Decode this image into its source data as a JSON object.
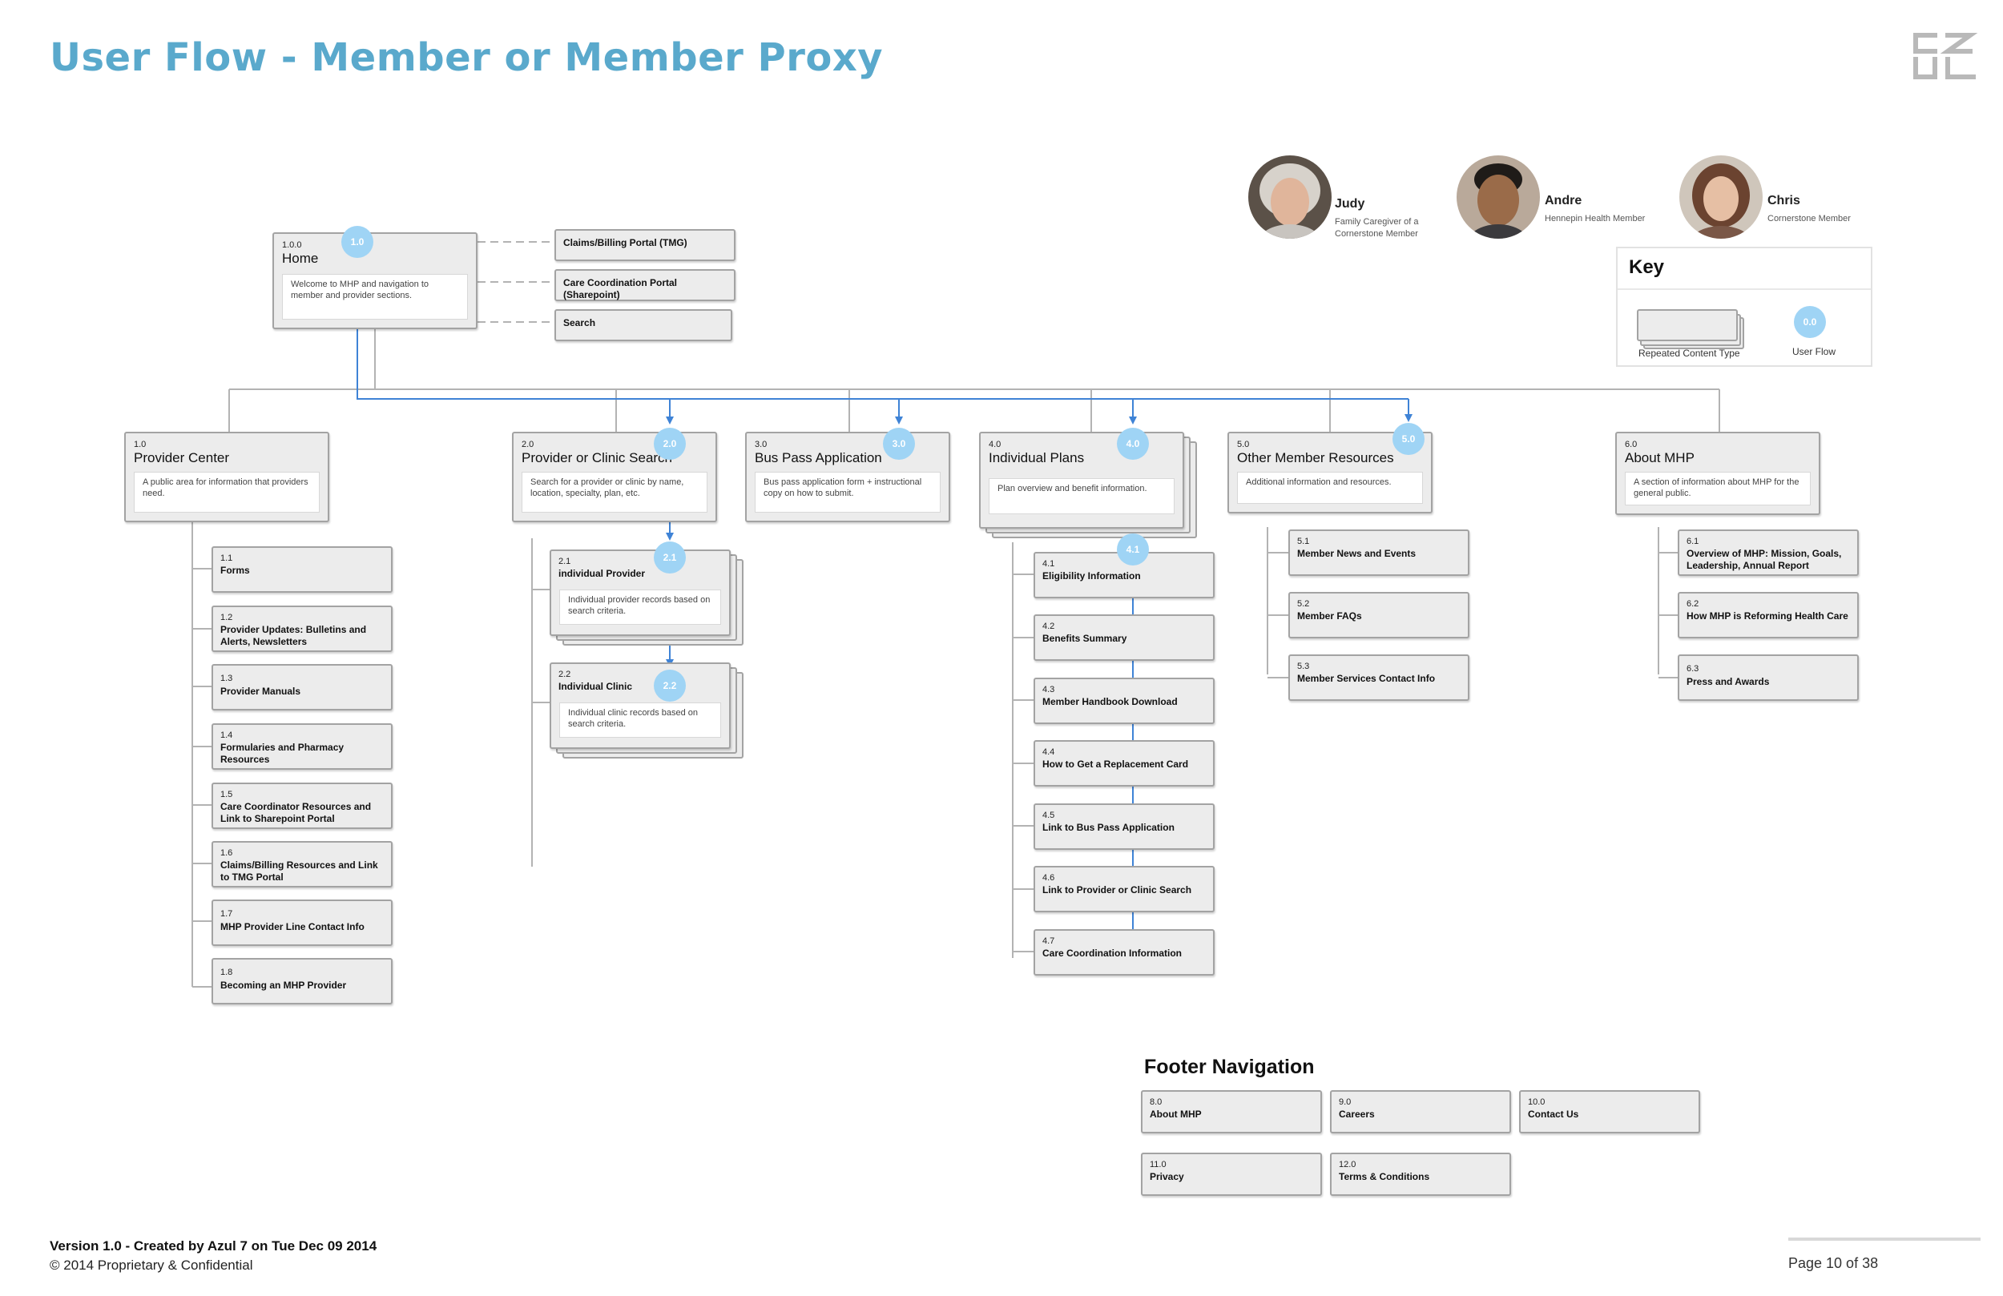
{
  "page": {
    "title": "User Flow - Member or Member Proxy",
    "version": "Version 1.0 - Created by Azul 7 on Tue Dec 09 2014",
    "copyright": "© 2014 Proprietary & Confidential",
    "page_number": "Page 10 of 38"
  },
  "colors": {
    "title": "#5aa9cc",
    "flow": "#3f83d6",
    "bubble": "#9fd4f5",
    "node_fill": "#ececec",
    "node_border": "#a3a3a3",
    "connector": "#b3b3b3"
  },
  "personas": [
    {
      "name": "Judy",
      "desc1": "Family Caregiver of a",
      "desc2": "Cornerstone Member"
    },
    {
      "name": "Andre",
      "desc1": "Hennepin Health Member",
      "desc2": ""
    },
    {
      "name": "Chris",
      "desc1": "Cornerstone Member",
      "desc2": ""
    }
  ],
  "key": {
    "title": "Key",
    "repeated_label": "Repeated Content Type",
    "flow_label": "User Flow",
    "flow_bubble": "0.0"
  },
  "home": {
    "num": "1.0.0",
    "title": "Home",
    "desc": "Welcome to MHP and navigation to member and provider sections.",
    "bubble": "1.0",
    "links": [
      "Claims/Billing Portal (TMG)",
      "Care Coordination Portal (Sharepoint)",
      "Search"
    ]
  },
  "sections": [
    {
      "num": "1.0",
      "title": "Provider Center",
      "desc": "A public area for information that providers need."
    },
    {
      "num": "2.0",
      "title": "Provider or Clinic Search",
      "desc": "Search for a provider or clinic by name, location, specialty, plan, etc.",
      "bubble": "2.0"
    },
    {
      "num": "3.0",
      "title": "Bus Pass Application",
      "desc": "Bus pass application form + instructional copy on how to submit.",
      "bubble": "3.0"
    },
    {
      "num": "4.0",
      "title": "Individual Plans",
      "desc": "Plan overview and benefit information.",
      "bubble": "4.0"
    },
    {
      "num": "5.0",
      "title": "Other Member Resources",
      "desc": "Additional information and resources.",
      "bubble": "5.0"
    },
    {
      "num": "6.0",
      "title": "About MHP",
      "desc": "A section of information about MHP for the general public."
    }
  ],
  "provider_center_items": [
    {
      "num": "1.1",
      "title": "Forms"
    },
    {
      "num": "1.2",
      "title": "Provider Updates: Bulletins and Alerts, Newsletters"
    },
    {
      "num": "1.3",
      "title": "Provider Manuals"
    },
    {
      "num": "1.4",
      "title": "Formularies and Pharmacy Resources"
    },
    {
      "num": "1.5",
      "title": "Care Coordinator Resources and Link to Sharepoint Portal"
    },
    {
      "num": "1.6",
      "title": "Claims/Billing Resources and Link to TMG Portal"
    },
    {
      "num": "1.7",
      "title": "MHP Provider Line Contact Info"
    },
    {
      "num": "1.8",
      "title": "Becoming an MHP Provider"
    }
  ],
  "search_items": [
    {
      "num": "2.1",
      "title": "individual Provider",
      "desc": "Individual provider records based on search criteria.",
      "bubble": "2.1"
    },
    {
      "num": "2.2",
      "title": "Individual Clinic",
      "desc": "Individual clinic records based on search criteria.",
      "bubble": "2.2"
    }
  ],
  "plans_items": [
    {
      "num": "4.1",
      "title": "Eligibility Information",
      "bubble": "4.1"
    },
    {
      "num": "4.2",
      "title": "Benefits Summary"
    },
    {
      "num": "4.3",
      "title": "Member Handbook Download"
    },
    {
      "num": "4.4",
      "title": "How to Get a Replacement Card"
    },
    {
      "num": "4.5",
      "title": "Link to Bus Pass Application"
    },
    {
      "num": "4.6",
      "title": "Link to Provider or Clinic Search"
    },
    {
      "num": "4.7",
      "title": "Care Coordination Information"
    }
  ],
  "resources_items": [
    {
      "num": "5.1",
      "title": "Member News and Events"
    },
    {
      "num": "5.2",
      "title": "Member FAQs"
    },
    {
      "num": "5.3",
      "title": "Member Services Contact Info"
    }
  ],
  "about_items": [
    {
      "num": "6.1",
      "title": "Overview of MHP: Mission, Goals, Leadership, Annual Report"
    },
    {
      "num": "6.2",
      "title": "How MHP is Reforming Health Care"
    },
    {
      "num": "6.3",
      "title": "Press and Awards"
    }
  ],
  "footer_nav": {
    "title": "Footer Navigation",
    "items": [
      {
        "num": "8.0",
        "title": "About MHP"
      },
      {
        "num": "9.0",
        "title": "Careers"
      },
      {
        "num": "10.0",
        "title": "Contact Us"
      },
      {
        "num": "11.0",
        "title": "Privacy"
      },
      {
        "num": "12.0",
        "title": "Terms & Conditions"
      }
    ]
  }
}
